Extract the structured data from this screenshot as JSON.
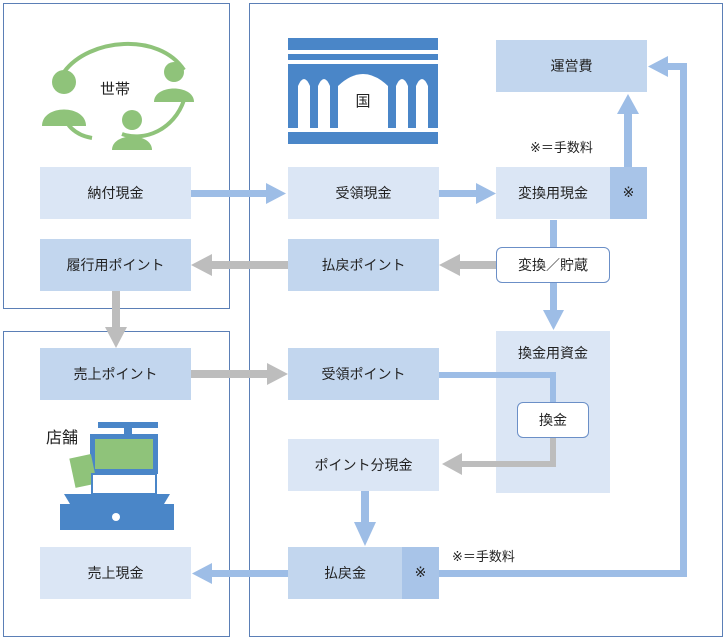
{
  "diagram": {
    "household_label": "世帯",
    "shop_label": "店舗",
    "nation_label": "国",
    "boxes": {
      "payment_cash": "納付現金",
      "fulfillment_points": "履行用ポイント",
      "received_cash": "受領現金",
      "refund_points": "払戻ポイント",
      "conversion_cash": "変換用現金",
      "operating_cost": "運営費",
      "exchange_funds": "換金用資金",
      "sales_points": "売上ポイント",
      "received_points": "受領ポイント",
      "points_cash": "ポイント分現金",
      "refund_money": "払戻金",
      "sales_cash": "売上現金"
    },
    "pills": {
      "convert_store": "変換／貯蔵",
      "cash_out": "換金"
    },
    "fee_mark": "※",
    "fee_notes": {
      "top": "※＝手数料",
      "bottom": "※＝手数料"
    }
  },
  "colors": {
    "light_box": "#dbe6f5",
    "mid_box": "#c2d6ee",
    "dark_box": "#a8c4e8",
    "blue_arrow": "#9dbde6",
    "gray_arrow": "#bdbdbd",
    "panel_border": "#5b7fb6",
    "icon_green": "#8fc37a",
    "icon_blue": "#4a86c8"
  }
}
